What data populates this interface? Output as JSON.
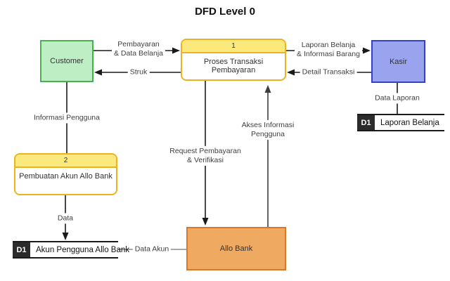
{
  "title": "DFD Level 0",
  "colors": {
    "customer_fill": "#bdeec4",
    "customer_border": "#4cae4f",
    "kasir_fill": "#9aa4ee",
    "kasir_border": "#3340c8",
    "allobank_fill": "#efa960",
    "allobank_border": "#d9772b",
    "process_header_fill": "#fbe97e",
    "process_border": "#ecb320",
    "store_dark": "#2b2b2b"
  },
  "entities": {
    "customer": {
      "label": "Customer"
    },
    "kasir": {
      "label": "Kasir"
    },
    "allobank": {
      "label": "Allo Bank"
    }
  },
  "processes": {
    "p1": {
      "number": "1",
      "name": "Proses Transaksi Pembayaran"
    },
    "p2": {
      "number": "2",
      "name": "Pembuatan Akun Allo Bank"
    }
  },
  "datastores": {
    "laporan": {
      "id": "D1",
      "name": "Laporan Belanja"
    },
    "akun": {
      "id": "D1",
      "name": "Akun Pengguna Allo Bank"
    }
  },
  "flows": {
    "pembayaran": {
      "label": "Pembayaran\n& Data Belanja"
    },
    "struk": {
      "label": "Struk"
    },
    "laporan": {
      "label": "Laporan Belanja\n& Informasi Barang"
    },
    "detail": {
      "label": "Detail Transaksi"
    },
    "data_laporan": {
      "label": "Data Laporan"
    },
    "informasi_pengguna": {
      "label": "Informasi Pengguna"
    },
    "data": {
      "label": "Data"
    },
    "request": {
      "label": "Request Pembayaran\n& Verifikasi"
    },
    "akses": {
      "label": "Akses Informasi\nPengguna"
    },
    "data_akun": {
      "label": "Data Akun"
    }
  }
}
